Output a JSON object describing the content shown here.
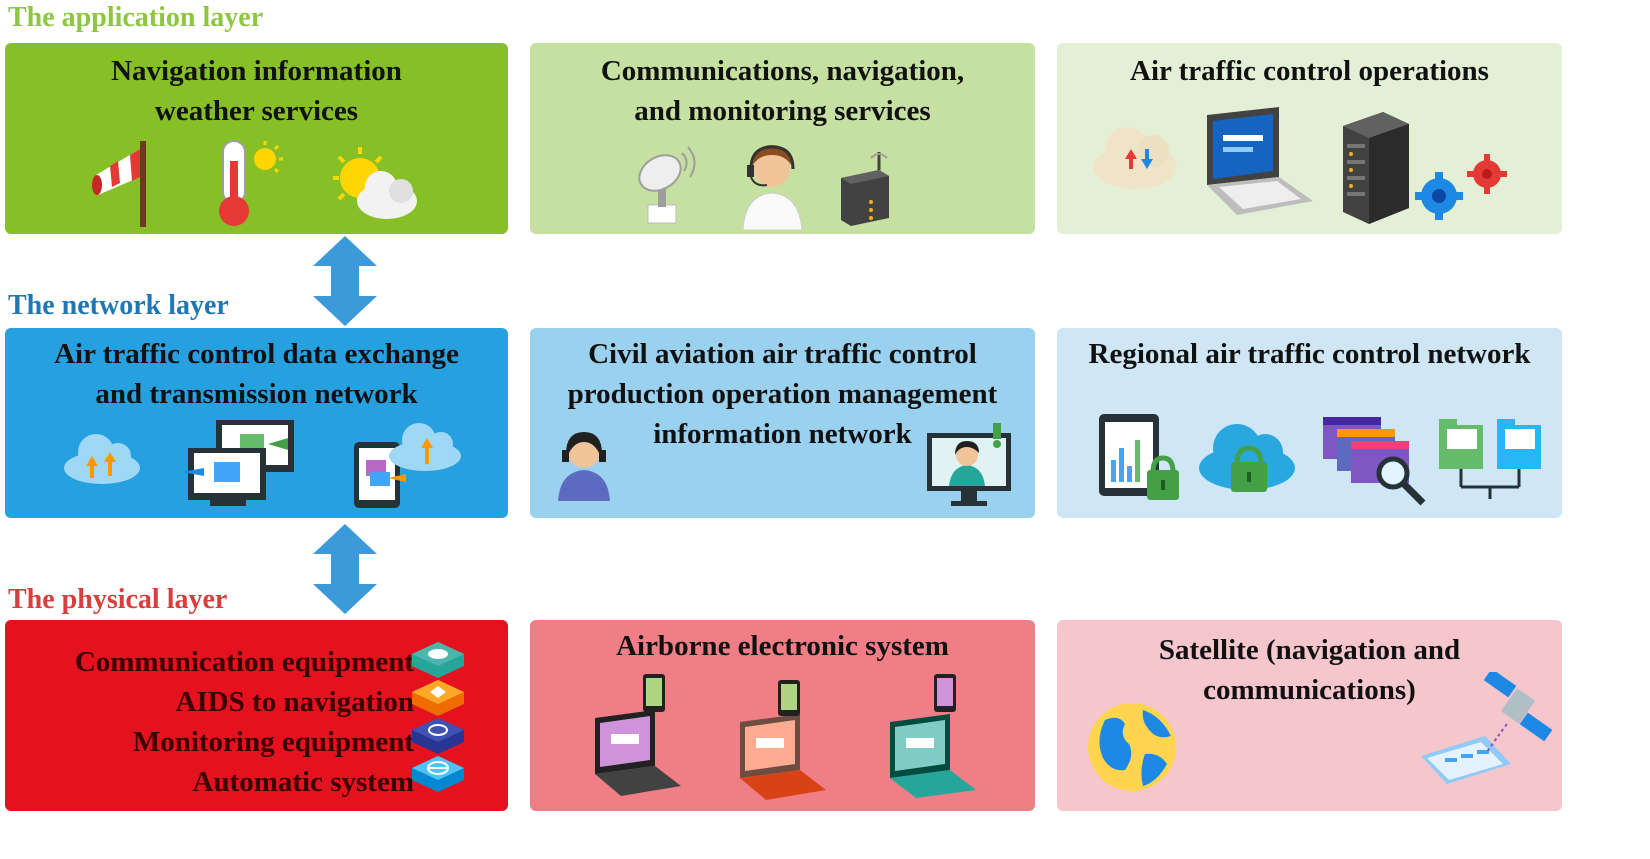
{
  "colors": {
    "application_label": "#8dc63f",
    "network_label": "#1f77b4",
    "physical_label": "#d93d3d",
    "arrow": "#3b9ad9"
  },
  "layers": {
    "application": {
      "label": "The application layer",
      "panels": [
        {
          "lines": [
            "Navigation information",
            "weather services"
          ],
          "color": "#86c026",
          "icons": [
            "windsock-icon",
            "thermometer-icon",
            "sun-cloud-icon"
          ]
        },
        {
          "lines": [
            "Communications, navigation,",
            "and monitoring services"
          ],
          "color": "#c5e0a0",
          "icons": [
            "satellite-dish-icon",
            "operator-headset-icon",
            "router-icon"
          ]
        },
        {
          "lines": [
            "Air traffic control operations"
          ],
          "color": "#e4f0d6",
          "icons": [
            "cloud-sync-icon",
            "laptop-icon",
            "server-icon",
            "gears-icon"
          ]
        }
      ]
    },
    "network": {
      "label": "The network layer",
      "panels": [
        {
          "lines": [
            "Air traffic control data exchange",
            "and transmission network"
          ],
          "color": "#27a0e0",
          "icons": [
            "cloud-upload-icon",
            "monitors-transfer-icon",
            "tablet-transfer-icon",
            "cloud-upload-icon"
          ]
        },
        {
          "lines": [
            "Civil aviation air traffic control",
            "production operation management",
            "information network"
          ],
          "color": "#99d1ef",
          "icons": [
            "headset-person-icon",
            "monitor-person-icon"
          ]
        },
        {
          "lines": [
            "Regional air traffic control network"
          ],
          "color": "#cfe7f5",
          "icons": [
            "secure-tablet-icon",
            "secure-cloud-icon",
            "window-search-icon",
            "folder-network-icon"
          ]
        }
      ]
    },
    "physical": {
      "label": "The physical layer",
      "panels": [
        {
          "items": [
            "Communication equipment",
            "AIDS to navigation",
            "Monitoring equipment",
            "Automatic system"
          ],
          "color": "#e3121e",
          "icons": [
            "chat-box-icon",
            "navigation-box-icon",
            "monitoring-box-icon",
            "globe-box-icon"
          ]
        },
        {
          "lines": [
            "Airborne electronic system"
          ],
          "color": "#f07e86",
          "icons": [
            "laptop-phone-purple-icon",
            "laptop-phone-orange-icon",
            "laptop-phone-teal-icon"
          ]
        },
        {
          "lines": [
            "Satellite (navigation and",
            "communications)"
          ],
          "color": "#f5c6cc",
          "icons": [
            "globe-icon",
            "satellite-icon"
          ]
        }
      ]
    }
  }
}
